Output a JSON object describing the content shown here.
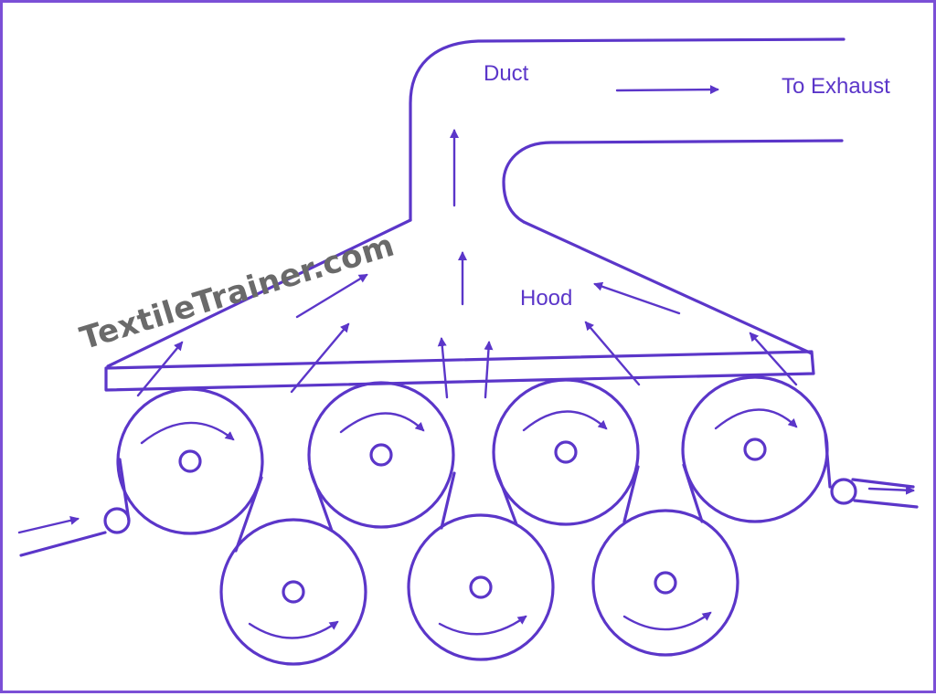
{
  "labels": {
    "duct": "Duct",
    "to_exhaust": "To Exhaust",
    "hood": "Hood"
  },
  "watermark": "TextileTrainer.com",
  "colors": {
    "ink": "#5b36c9",
    "border": "#7b4fd6",
    "watermark": "#6a6a6a",
    "background": "#ffffff"
  },
  "components": {
    "upper_cylinders": 4,
    "lower_cylinders": 3,
    "guide_rollers": 2
  }
}
